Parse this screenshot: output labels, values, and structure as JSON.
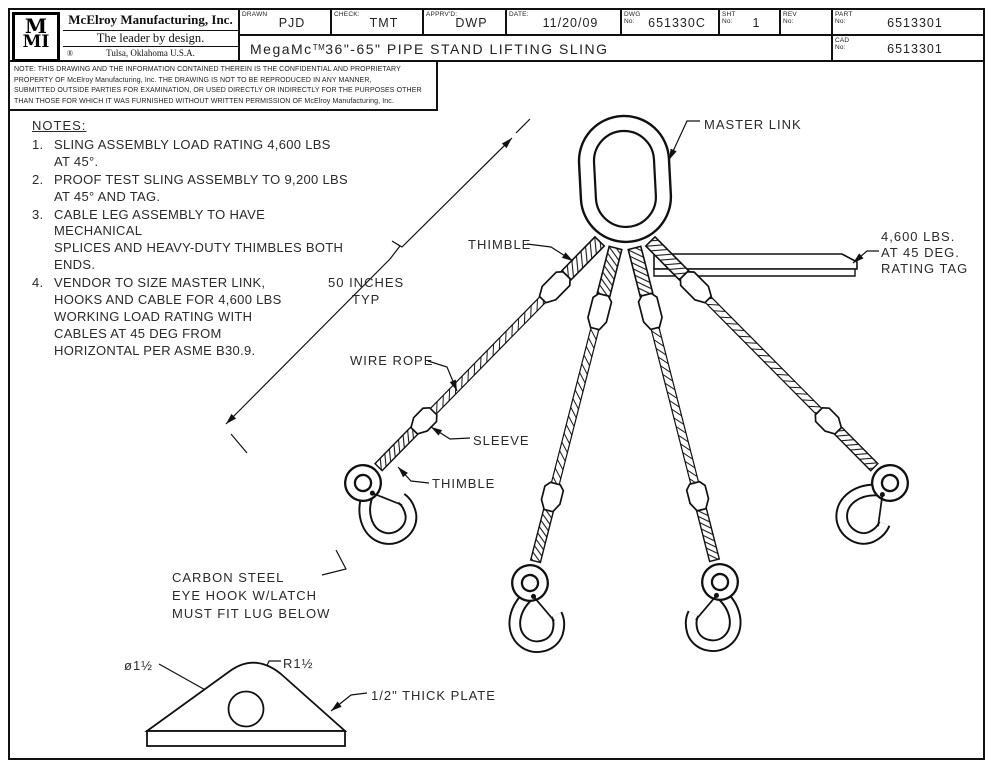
{
  "colors": {
    "ink": "#111111",
    "paper": "#ffffff"
  },
  "title_block": {
    "logo_top": "M",
    "logo_bottom": "MI",
    "registered": "®",
    "company_name": "McElroy Manufacturing, Inc.",
    "tagline": "The leader by design.",
    "location": "Tulsa, Oklahoma U.S.A.",
    "fields": [
      {
        "label": "DRAWN",
        "value": "PJD"
      },
      {
        "label": "CHECK:",
        "value": "TMT"
      },
      {
        "label": "APPRV'D:",
        "value": "DWP"
      },
      {
        "label": "DATE:",
        "value": "11/20/09"
      },
      {
        "label": "DWG No:",
        "value": "651330C"
      },
      {
        "label": "SHT No:",
        "value": "1"
      },
      {
        "label": "REV No:",
        "value": ""
      },
      {
        "label": "PART No:",
        "value": "6513301"
      },
      {
        "label": "CAD No:",
        "value": "6513301"
      }
    ],
    "title_prefix": "MegaMc",
    "title_tm": "TM",
    "title_rest": "36\"-65\" PIPE STAND LIFTING SLING"
  },
  "notice": "NOTE: THIS DRAWING AND THE INFORMATION CONTAINED THEREIN IS THE CONFIDENTIAL AND PROPRIETARY\nPROPERTY OF McElroy Manufacturing, Inc. THE DRAWING IS NOT TO BE REPRODUCED IN ANY MANNER,\nSUBMITTED OUTSIDE PARTIES FOR EXAMINATION, OR USED DIRECTLY OR INDIRECTLY FOR THE PURPOSES OTHER\nTHAN THOSE FOR WHICH IT WAS FURNISHED WITHOUT WRITTEN PERMISSION OF McElroy Manufacturing, Inc.",
  "notes": {
    "heading": "NOTES:",
    "items": [
      {
        "n": "1.",
        "text": "SLING ASSEMBLY LOAD RATING 4,600 LBS\nAT 45°."
      },
      {
        "n": "2.",
        "text": "PROOF TEST SLING ASSEMBLY TO 9,200 LBS\nAT 45° AND TAG."
      },
      {
        "n": "3.",
        "text": "CABLE LEG ASSEMBLY TO HAVE MECHANICAL\nSPLICES AND HEAVY-DUTY THIMBLES BOTH\nENDS."
      },
      {
        "n": "4.",
        "text": "VENDOR TO SIZE MASTER LINK,\nHOOKS AND CABLE FOR 4,600 LBS\nWORKING LOAD RATING WITH\nCABLES AT 45 DEG FROM\nHORIZONTAL PER ASME B30.9."
      }
    ]
  },
  "labels": {
    "master_link": "MASTER LINK",
    "thimble_top": "THIMBLE",
    "rating_tag_line1": "4,600 LBS.",
    "rating_tag_line2": "AT 45 DEG.",
    "rating_tag_line3": "RATING TAG",
    "dimension_line1": "50 INCHES",
    "dimension_line2": "TYP",
    "wire_rope": "WIRE ROPE",
    "sleeve": "SLEEVE",
    "thimble_bottom": "THIMBLE",
    "hook_line1": "CARBON STEEL",
    "hook_line2": "EYE HOOK W/LATCH",
    "hook_line3": "MUST FIT LUG BELOW",
    "plate_hole_dia": "ø1½",
    "plate_radius": "R1½",
    "plate_thickness": "1/2\" THICK PLATE"
  }
}
